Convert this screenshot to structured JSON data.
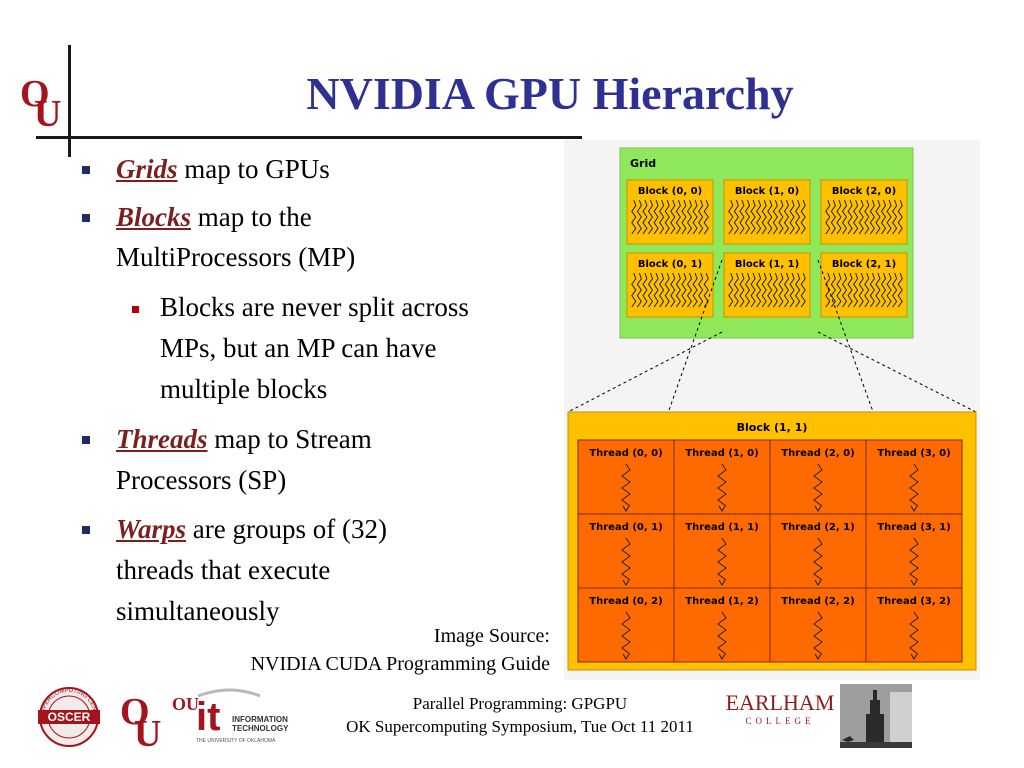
{
  "slide": {
    "title": "NVIDIA GPU Hierarchy",
    "bullets": [
      {
        "term": "Grids",
        "text": " map to GPUs"
      },
      {
        "term": "Blocks",
        "text": " map to the"
      },
      {
        "line": "MultiProcessors (MP)"
      },
      {
        "sub": "Blocks are never split across"
      },
      {
        "sub": "MPs, but an MP can have"
      },
      {
        "sub": "multiple blocks"
      },
      {
        "term": "Threads",
        "text": " map to Stream"
      },
      {
        "line": "Processors (SP)"
      },
      {
        "term": "Warps",
        "text": " are groups of (32)"
      },
      {
        "line": "threads that execute"
      },
      {
        "line": "simultaneously"
      }
    ],
    "source_line1": "Image Source:",
    "source_line2": "NVIDIA CUDA Programming Guide"
  },
  "footer": {
    "line1": "Parallel Programming: GPGPU",
    "line2": "OK Supercomputing Symposium, Tue Oct 11 2011"
  },
  "logos": {
    "ou_color": "#a3141c",
    "seal_text": "SUPERCOMPUTING CENTER",
    "oscer": "OSCER",
    "it_big": "it",
    "it_info": "INFORMATION",
    "it_tech": "TECHNOLOGY",
    "it_univ": "THE UNIVERSITY OF OKLAHOMA",
    "earlham": "EARLHAM",
    "college": "COLLEGE"
  },
  "diagram": {
    "grid_label": "Grid",
    "blocks": [
      "Block (0, 0)",
      "Block (1, 0)",
      "Block (2, 0)",
      "Block (0, 1)",
      "Block (1, 1)",
      "Block (2, 1)"
    ],
    "detail_label": "Block (1, 1)",
    "threads": [
      "Thread (0, 0)",
      "Thread (1, 0)",
      "Thread (2, 0)",
      "Thread (3, 0)",
      "Thread (0, 1)",
      "Thread (1, 1)",
      "Thread (2, 1)",
      "Thread (3, 1)",
      "Thread (0, 2)",
      "Thread (1, 2)",
      "Thread (2, 2)",
      "Thread (3, 2)"
    ],
    "colors": {
      "grid": "#8ee85a",
      "block": "#ffc000",
      "thread": "#ff6a00",
      "title": "#2e3192"
    }
  }
}
